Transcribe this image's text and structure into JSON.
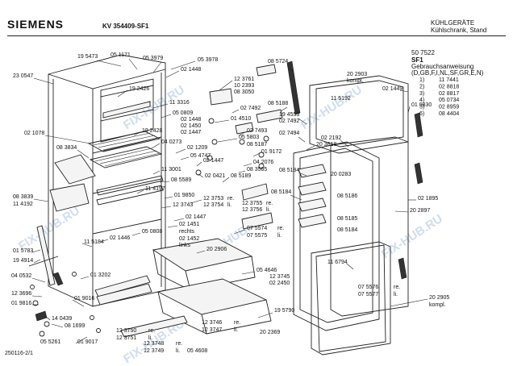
{
  "header": {
    "brand": "SIEMENS",
    "model": "KV 354409-SF1",
    "category": "KÜHLGERÄTE",
    "subtitle": "Kühlschrank, Stand"
  },
  "watermark": "FIX-HUB.RU",
  "legend": {
    "number": "50 7522",
    "code": "SF1",
    "label": "Gebrauchsanweisung",
    "languages": "(D,GB,F,I,NL,SF,GR,E,N)",
    "items": [
      {
        "key": "1)",
        "part": "11 7441"
      },
      {
        "key": "2)",
        "part": "02 8818"
      },
      {
        "key": "3)",
        "part": "02 8817"
      },
      {
        "key": "4)",
        "part": "05 0734"
      },
      {
        "key": "5)",
        "part": "02 8959"
      },
      {
        "key": "6)",
        "part": "08 4404"
      }
    ]
  },
  "footer_code": "250116-2/1",
  "labels": [
    {
      "t": "19 5473"
    },
    {
      "t": "05 1171"
    },
    {
      "t": "05 3979"
    },
    {
      "t": "05 3978"
    },
    {
      "t": "02 1448"
    },
    {
      "t": "23 0547"
    },
    {
      "t": "19 2426"
    },
    {
      "t": "08 5724"
    },
    {
      "t": "12 3761"
    },
    {
      "t": "10 2393"
    },
    {
      "t": "08 3050"
    },
    {
      "t": "11 3316"
    },
    {
      "t": "05 0809"
    },
    {
      "t": "02 1448"
    },
    {
      "t": "02 1450"
    },
    {
      "t": "02 1447"
    },
    {
      "t": "08 5188"
    },
    {
      "t": "02 7492"
    },
    {
      "t": "19 4553"
    },
    {
      "t": "02 7492"
    },
    {
      "t": "01 4510"
    },
    {
      "t": "02 7493"
    },
    {
      "t": "02 7494"
    },
    {
      "t": "02 1078"
    },
    {
      "t": "19 2428"
    },
    {
      "t": "04 0273"
    },
    {
      "t": "02 1209"
    },
    {
      "t": "05 5803"
    },
    {
      "t": "08 5187"
    },
    {
      "t": "01 9172"
    },
    {
      "t": "02 2192"
    },
    {
      "t": "20 3618"
    },
    {
      "t": "08 3834"
    },
    {
      "t": "05 4747"
    },
    {
      "t": "02 1447"
    },
    {
      "t": "04 2076"
    },
    {
      "t": "08 3565"
    },
    {
      "t": "08 5184"
    },
    {
      "t": "11 3001"
    },
    {
      "t": "02 0421"
    },
    {
      "t": "08 5189"
    },
    {
      "t": "20 0283"
    },
    {
      "t": "08 5589"
    },
    {
      "t": "11 4197"
    },
    {
      "t": "01 9850"
    },
    {
      "t": "12 3753"
    },
    {
      "t": "re."
    },
    {
      "t": "12 3754"
    },
    {
      "t": "li."
    },
    {
      "t": "12 3755"
    },
    {
      "t": "re."
    },
    {
      "t": "12 3756"
    },
    {
      "t": "li."
    },
    {
      "t": "08 5184"
    },
    {
      "t": "08 5186"
    },
    {
      "t": "02 1895"
    },
    {
      "t": "08 3839"
    },
    {
      "t": "11 4192"
    },
    {
      "t": "12 3743"
    },
    {
      "t": "20 2897"
    },
    {
      "t": "02 1447"
    },
    {
      "t": "07 5574"
    },
    {
      "t": "re."
    },
    {
      "t": "07 5575"
    },
    {
      "t": "li."
    },
    {
      "t": "08 5185"
    },
    {
      "t": "05 0808"
    },
    {
      "t": "02 1451"
    },
    {
      "t": "rechts"
    },
    {
      "t": "02 1452"
    },
    {
      "t": "links"
    },
    {
      "t": "08 5184"
    },
    {
      "t": "01 5783"
    },
    {
      "t": "11 5184"
    },
    {
      "t": "02 1446"
    },
    {
      "t": "20 2906"
    },
    {
      "t": "19 4914"
    },
    {
      "t": "11 6794"
    },
    {
      "t": "04 0532"
    },
    {
      "t": "01 3202"
    },
    {
      "t": "05 4646"
    },
    {
      "t": "12 3745"
    },
    {
      "t": "02 2450"
    },
    {
      "t": "12 3696"
    },
    {
      "t": "07 5576"
    },
    {
      "t": "re."
    },
    {
      "t": "07 5577"
    },
    {
      "t": "li."
    },
    {
      "t": "01 9816"
    },
    {
      "t": "01 9016"
    },
    {
      "t": "20 2905"
    },
    {
      "t": "kompl."
    },
    {
      "t": "14 0439"
    },
    {
      "t": "08 1699"
    },
    {
      "t": "19 5790"
    },
    {
      "t": "05 5261"
    },
    {
      "t": "01 9017"
    },
    {
      "t": "12 3750"
    },
    {
      "t": "re."
    },
    {
      "t": "12 3751"
    },
    {
      "t": "li."
    },
    {
      "t": "12 3746"
    },
    {
      "t": "re."
    },
    {
      "t": "12 3747"
    },
    {
      "t": "li."
    },
    {
      "t": "20 2369"
    },
    {
      "t": "12 3748"
    },
    {
      "t": "re."
    },
    {
      "t": "12 3749"
    },
    {
      "t": "li."
    },
    {
      "t": "05 4608"
    },
    {
      "t": "20 2903"
    },
    {
      "t": "kompl."
    },
    {
      "t": "11 5192"
    },
    {
      "t": "02 1449"
    },
    {
      "t": "01 9830"
    }
  ]
}
